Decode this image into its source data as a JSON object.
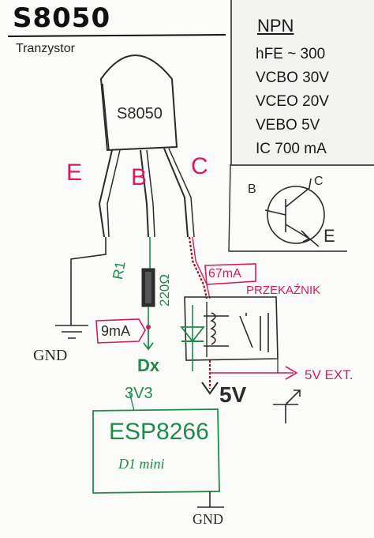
{
  "header": {
    "title": "S8050",
    "subtitle": "Tranzystor"
  },
  "specs": {
    "type": "NPN",
    "lines": [
      "hFE ~ 300",
      "VCBO 30V",
      "VCEO 20V",
      "VEBO 5V",
      "IC 700 mA"
    ]
  },
  "transistor": {
    "body_label": "S8050",
    "pin_e": "E",
    "pin_b": "B",
    "pin_c": "C"
  },
  "symbol": {
    "b": "B",
    "c": "C",
    "e": "E"
  },
  "resistor": {
    "name": "R1",
    "value": "220Ω"
  },
  "labels": {
    "gnd_left": "GND",
    "current_base": "9mA",
    "current_collector": "67mA",
    "relay": "PRZEKAŹNIK",
    "pin_dx": "Dx",
    "v33": "3V3",
    "v5": "5V",
    "v5ext": "5V EXT.",
    "esp_name": "ESP8266",
    "esp_model": "D1 mini",
    "gnd_bottom": "GND"
  },
  "colors": {
    "ink": "#2b2b2b",
    "pink": "#d81b60",
    "green": "#1f8a4c",
    "darkred": "#8b1a1a"
  }
}
